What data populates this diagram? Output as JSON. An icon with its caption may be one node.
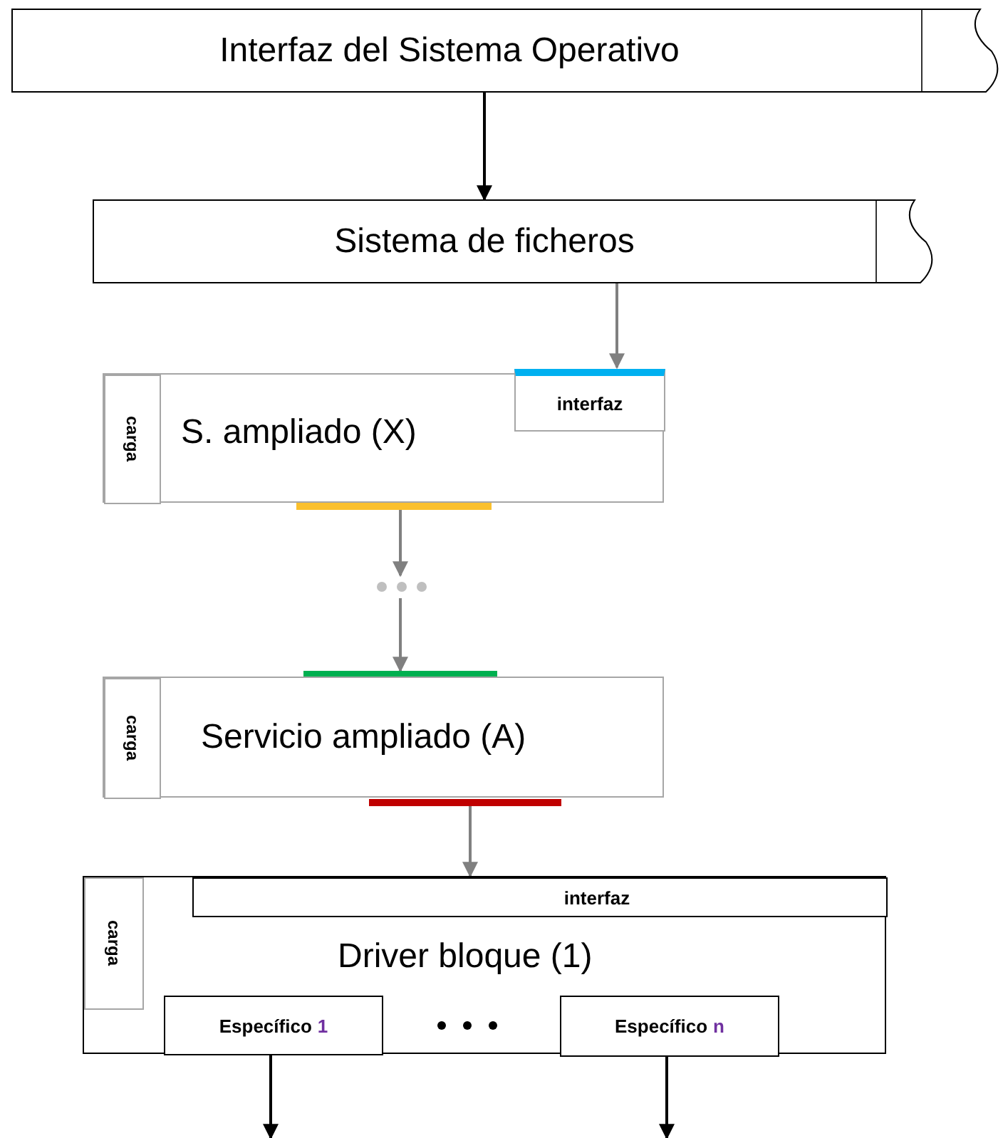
{
  "diagram": {
    "nodes": [
      {
        "text": [
          "Interfaz del Sistema Operativo"
        ]
      },
      {
        "text": [
          "Sistema de ficheros"
        ]
      },
      {
        "text": [
          "S. ampliado (X)"
        ]
      },
      {
        "text": [
          "carga"
        ],
        "in": 2
      },
      {
        "text": [
          "interfaz"
        ],
        "in": 2
      },
      {
        "text": [],
        "shape": "dots"
      },
      {
        "text": [
          "Servicio ampliado (A)"
        ]
      },
      {
        "text": [
          "carga"
        ],
        "in": 6
      },
      {
        "text": [
          "Driver bloque (1)"
        ]
      },
      {
        "text": [
          "carga"
        ],
        "in": 8
      },
      {
        "text": [
          "interfaz"
        ],
        "in": 8
      },
      {
        "text": [
          "Específico",
          "1"
        ],
        "in": 8
      },
      {
        "text": [
          "Específico",
          "n"
        ],
        "in": 8
      }
    ],
    "edges": [
      {
        "from": 0,
        "to": 1,
        "arrow": "to",
        "color": "#000000"
      },
      {
        "from": 1,
        "to": 4,
        "arrow": "to"
      },
      {
        "from": 2,
        "to": 5,
        "arrow": "to"
      },
      {
        "from": 5,
        "to": 6,
        "arrow": "to"
      },
      {
        "from": 6,
        "to": 8,
        "arrow": "to"
      },
      {
        "from": 11,
        "to": null,
        "arrow": "to",
        "color": "#000000"
      },
      {
        "from": 12,
        "to": null,
        "arrow": "to",
        "color": "#000000"
      }
    ]
  }
}
